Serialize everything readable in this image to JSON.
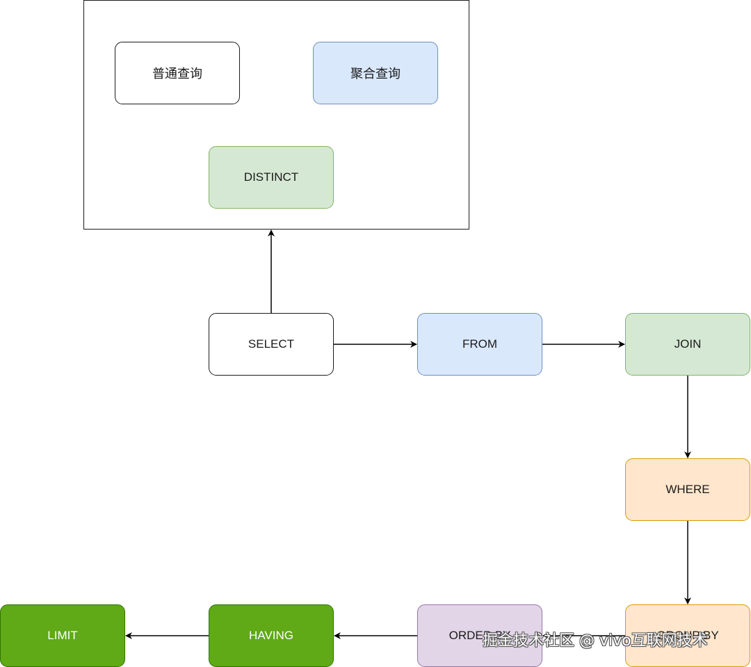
{
  "nodes": {
    "putong": "普通查询",
    "juhe": "聚合查询",
    "distinct": "DISTINCT",
    "select": "SELECT",
    "from": "FROM",
    "join": "JOIN",
    "where": "WHERE",
    "group_by": "GROUP BY",
    "order_by": "ORDER BY",
    "having": "HAVING",
    "limit": "LIMIT"
  },
  "colors": {
    "white_fill": "#ffffff",
    "blue_fill": "#dae8fc",
    "green_fill": "#d5e8d4",
    "orange_fill": "#ffe6cc",
    "purple_fill": "#e1d5e7",
    "dark_green_fill": "#60a917",
    "line": "#000000"
  },
  "edges": [
    [
      "select",
      "select_container"
    ],
    [
      "select",
      "from"
    ],
    [
      "from",
      "join"
    ],
    [
      "join",
      "where"
    ],
    [
      "where",
      "group_by"
    ],
    [
      "group_by",
      "order_by"
    ],
    [
      "order_by",
      "having"
    ],
    [
      "having",
      "limit"
    ]
  ],
  "watermark": "掘金技术社区 @ vivo互联网技术"
}
